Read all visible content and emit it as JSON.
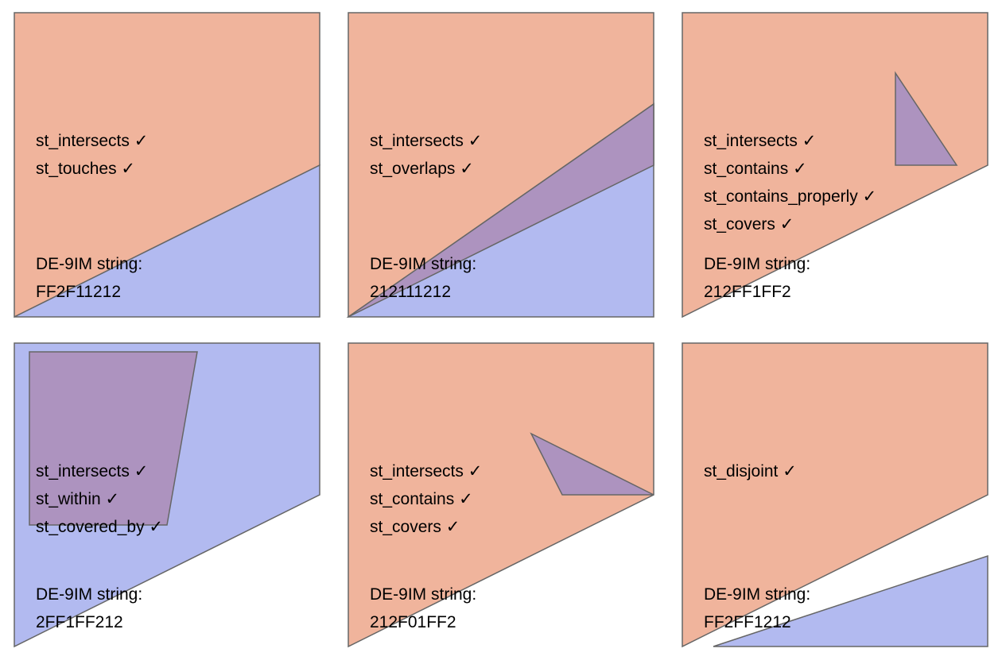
{
  "colors": {
    "x": "#F0B49C",
    "y": "#B2BAF0",
    "overlap": "#AD93BF",
    "stroke": "#666666"
  },
  "de9im_label": "DE-9IM string:",
  "panels": [
    {
      "predicates": [
        "st_intersects ✓",
        "st_touches ✓"
      ],
      "de9im": "FF2F11212"
    },
    {
      "predicates": [
        "st_intersects ✓",
        "st_overlaps ✓"
      ],
      "de9im": "212111212"
    },
    {
      "predicates": [
        "st_intersects ✓",
        "st_contains ✓",
        "st_contains_properly ✓",
        "st_covers ✓"
      ],
      "de9im": "212FF1FF2"
    },
    {
      "predicates": [
        "st_intersects ✓",
        "st_within ✓",
        "st_covered_by ✓"
      ],
      "de9im": "2FF1FF212"
    },
    {
      "predicates": [
        "st_intersects ✓",
        "st_contains ✓",
        "st_covers ✓"
      ],
      "de9im": "212F01FF2"
    },
    {
      "predicates": [
        "st_disjoint ✓"
      ],
      "de9im": "FF2FF1212"
    }
  ]
}
